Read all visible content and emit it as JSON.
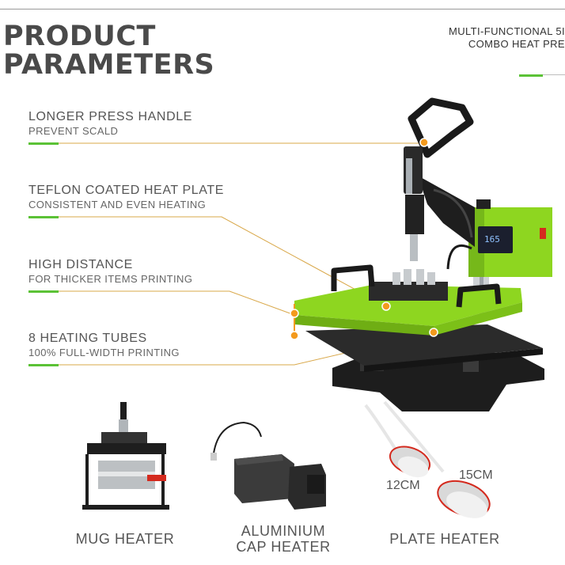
{
  "header": {
    "title_line1": "PRODUCT",
    "title_line2": "PARAMETERS",
    "subtitle_line1": "MULTI-FUNCTIONAL 5I",
    "subtitle_line2": "COMBO HEAT PRE"
  },
  "features": [
    {
      "title": "LONGER PRESS HANDLE",
      "subtitle": "PREVENT SCALD"
    },
    {
      "title": "TEFLON COATED HEAT PLATE",
      "subtitle": "CONSISTENT AND EVEN HEATING"
    },
    {
      "title": "HIGH DISTANCE",
      "subtitle": "FOR THICKER ITEMS PRINTING"
    },
    {
      "title": "8 HEATING TUBES",
      "subtitle": "100% FULL-WIDTH PRINTING"
    }
  ],
  "display": {
    "readout": "165"
  },
  "accessories": {
    "mug": {
      "label": "MUG HEATER"
    },
    "cap": {
      "label_line1": "ALUMINIUM",
      "label_line2": "CAP HEATER"
    },
    "plate": {
      "label": "PLATE HEATER",
      "size_small": "12CM",
      "size_large": "15CM"
    }
  },
  "colors": {
    "accent_green": "#5bc236",
    "machine_green": "#8ed620",
    "callout_orange": "#f39a1e",
    "title_grey": "#4a4a4a"
  }
}
